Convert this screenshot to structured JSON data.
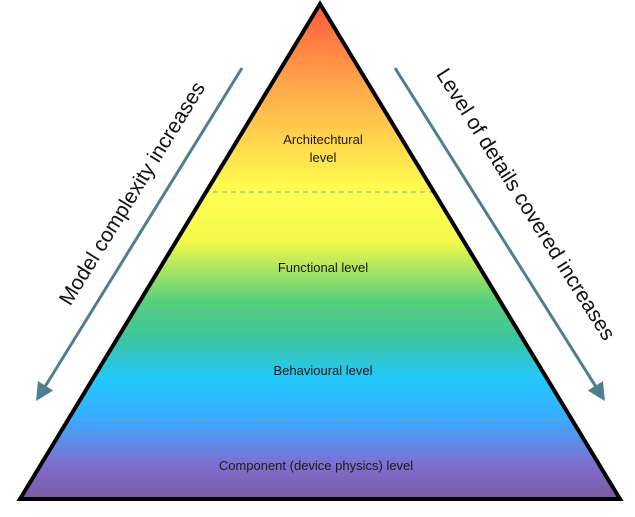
{
  "levels": [
    {
      "lines": [
        "Architechtural",
        "level"
      ]
    },
    {
      "lines": [
        "Functional level"
      ]
    },
    {
      "lines": [
        "Behavioural level"
      ]
    },
    {
      "lines": [
        "Component (device physics) level"
      ]
    }
  ],
  "arrows": {
    "left_label": "Model complexity increases",
    "right_label": "Level of details covered increases",
    "color": "#4f7f8c"
  },
  "colors": {
    "outline": "#000000",
    "divider": "#7f9fb8",
    "gradient": [
      "#ff5a3c",
      "#ffa54a",
      "#ffff4f",
      "#f4f84c",
      "#55d07a",
      "#3ec49a",
      "#22c8ff",
      "#3aa9ff",
      "#7f6fcf",
      "#7a5aa0"
    ]
  }
}
